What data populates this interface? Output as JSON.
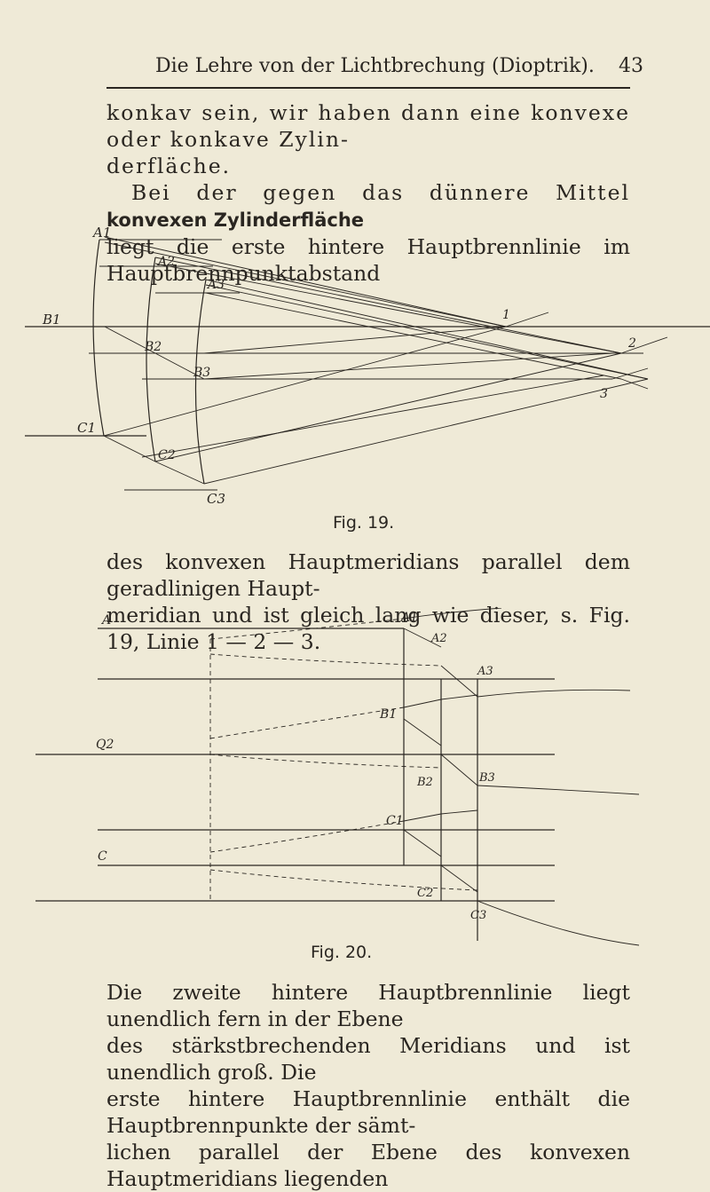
{
  "header": {
    "running_title": "Die Lehre von der Lichtbrechung (Dioptrik).",
    "page_number": "43"
  },
  "top_text": {
    "line1_spaced": "konkav sein, wir haben dann eine konvexe oder konkave Zylin-",
    "line2_spaced": "derfläche.",
    "line3_a": "Bei der gegen das dünnere Mittel ",
    "line3_bold": "konvexen Zylinderfläche",
    "line4": "liegt die erste hintere Hauptbrennlinie im Hauptbrennpunktabstand"
  },
  "fig19": {
    "caption": "Fig. 19.",
    "labels": {
      "A1": "A1",
      "A2": "A2",
      "A3": "A3",
      "B1": "B1",
      "B2": "B2",
      "B3": "B3",
      "C1": "C1",
      "C2": "C2",
      "C3": "C3",
      "n1": "1",
      "n2": "2",
      "n3": "3"
    }
  },
  "middle_text": {
    "line1": "des konvexen Hauptmeridians parallel dem geradlinigen Haupt-",
    "line2": "meridian und ist gleich lang wie dieser, s. Fig. 19, Linie 1 — 2 — 3."
  },
  "fig20": {
    "caption": "Fig. 20.",
    "labels": {
      "A1": "A1",
      "A": "A",
      "A2": "A2",
      "A3": "A3",
      "B1": "B1",
      "Q2": "Q2",
      "B2": "B2",
      "B3": "B3",
      "C1": "C1",
      "C": "C",
      "C2": "C2",
      "C3": "C3"
    }
  },
  "bottom_text": {
    "line1": "Die zweite hintere Hauptbrennlinie liegt unendlich fern in der Ebene",
    "line2": "des stärkstbrechenden Meridians und ist unendlich groß. Die",
    "line3": "erste hintere Hauptbrennlinie enthält die Hauptbrennpunkte der sämt-",
    "line4": "lichen parallel der Ebene des konvexen Hauptmeridians liegenden"
  }
}
